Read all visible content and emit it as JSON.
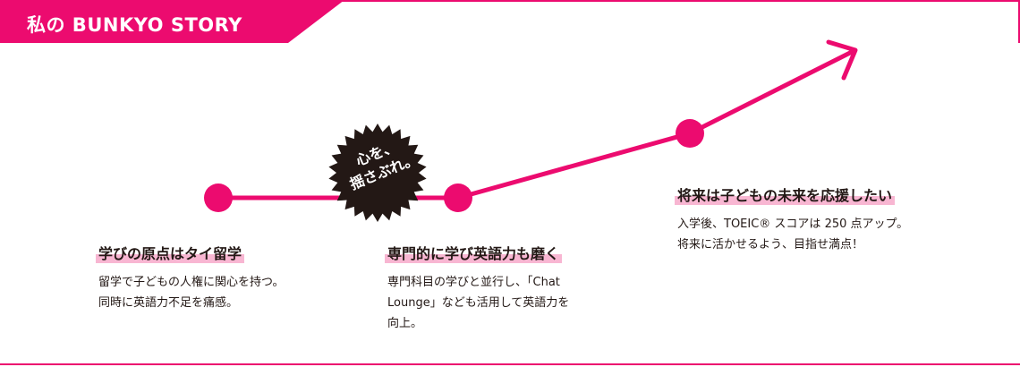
{
  "header": {
    "title": "私の BUNKYO STORY"
  },
  "badge": {
    "line1": "心を、",
    "line2": "揺さぶれ。"
  },
  "stories": [
    {
      "title": "学びの原点はタイ留学",
      "body": [
        "留学で子どもの人権に関心を持つ。",
        "同時に英語力不足を痛感。"
      ]
    },
    {
      "title": "専門的に学び英語力も磨く",
      "body": [
        "専門科目の学びと並行し、「Chat",
        "Lounge」なども活用して英語力を",
        "向上。"
      ]
    },
    {
      "title": "将来は子どもの未来を応援したい",
      "body": [
        "入学後、TOEIC® スコアは 250 点アップ。",
        "将来に活かせるよう、目指せ満点！"
      ]
    }
  ],
  "colors": {
    "accent": "#ec0b6f",
    "highlight": "#f8b6d2",
    "badge": "#231815"
  }
}
